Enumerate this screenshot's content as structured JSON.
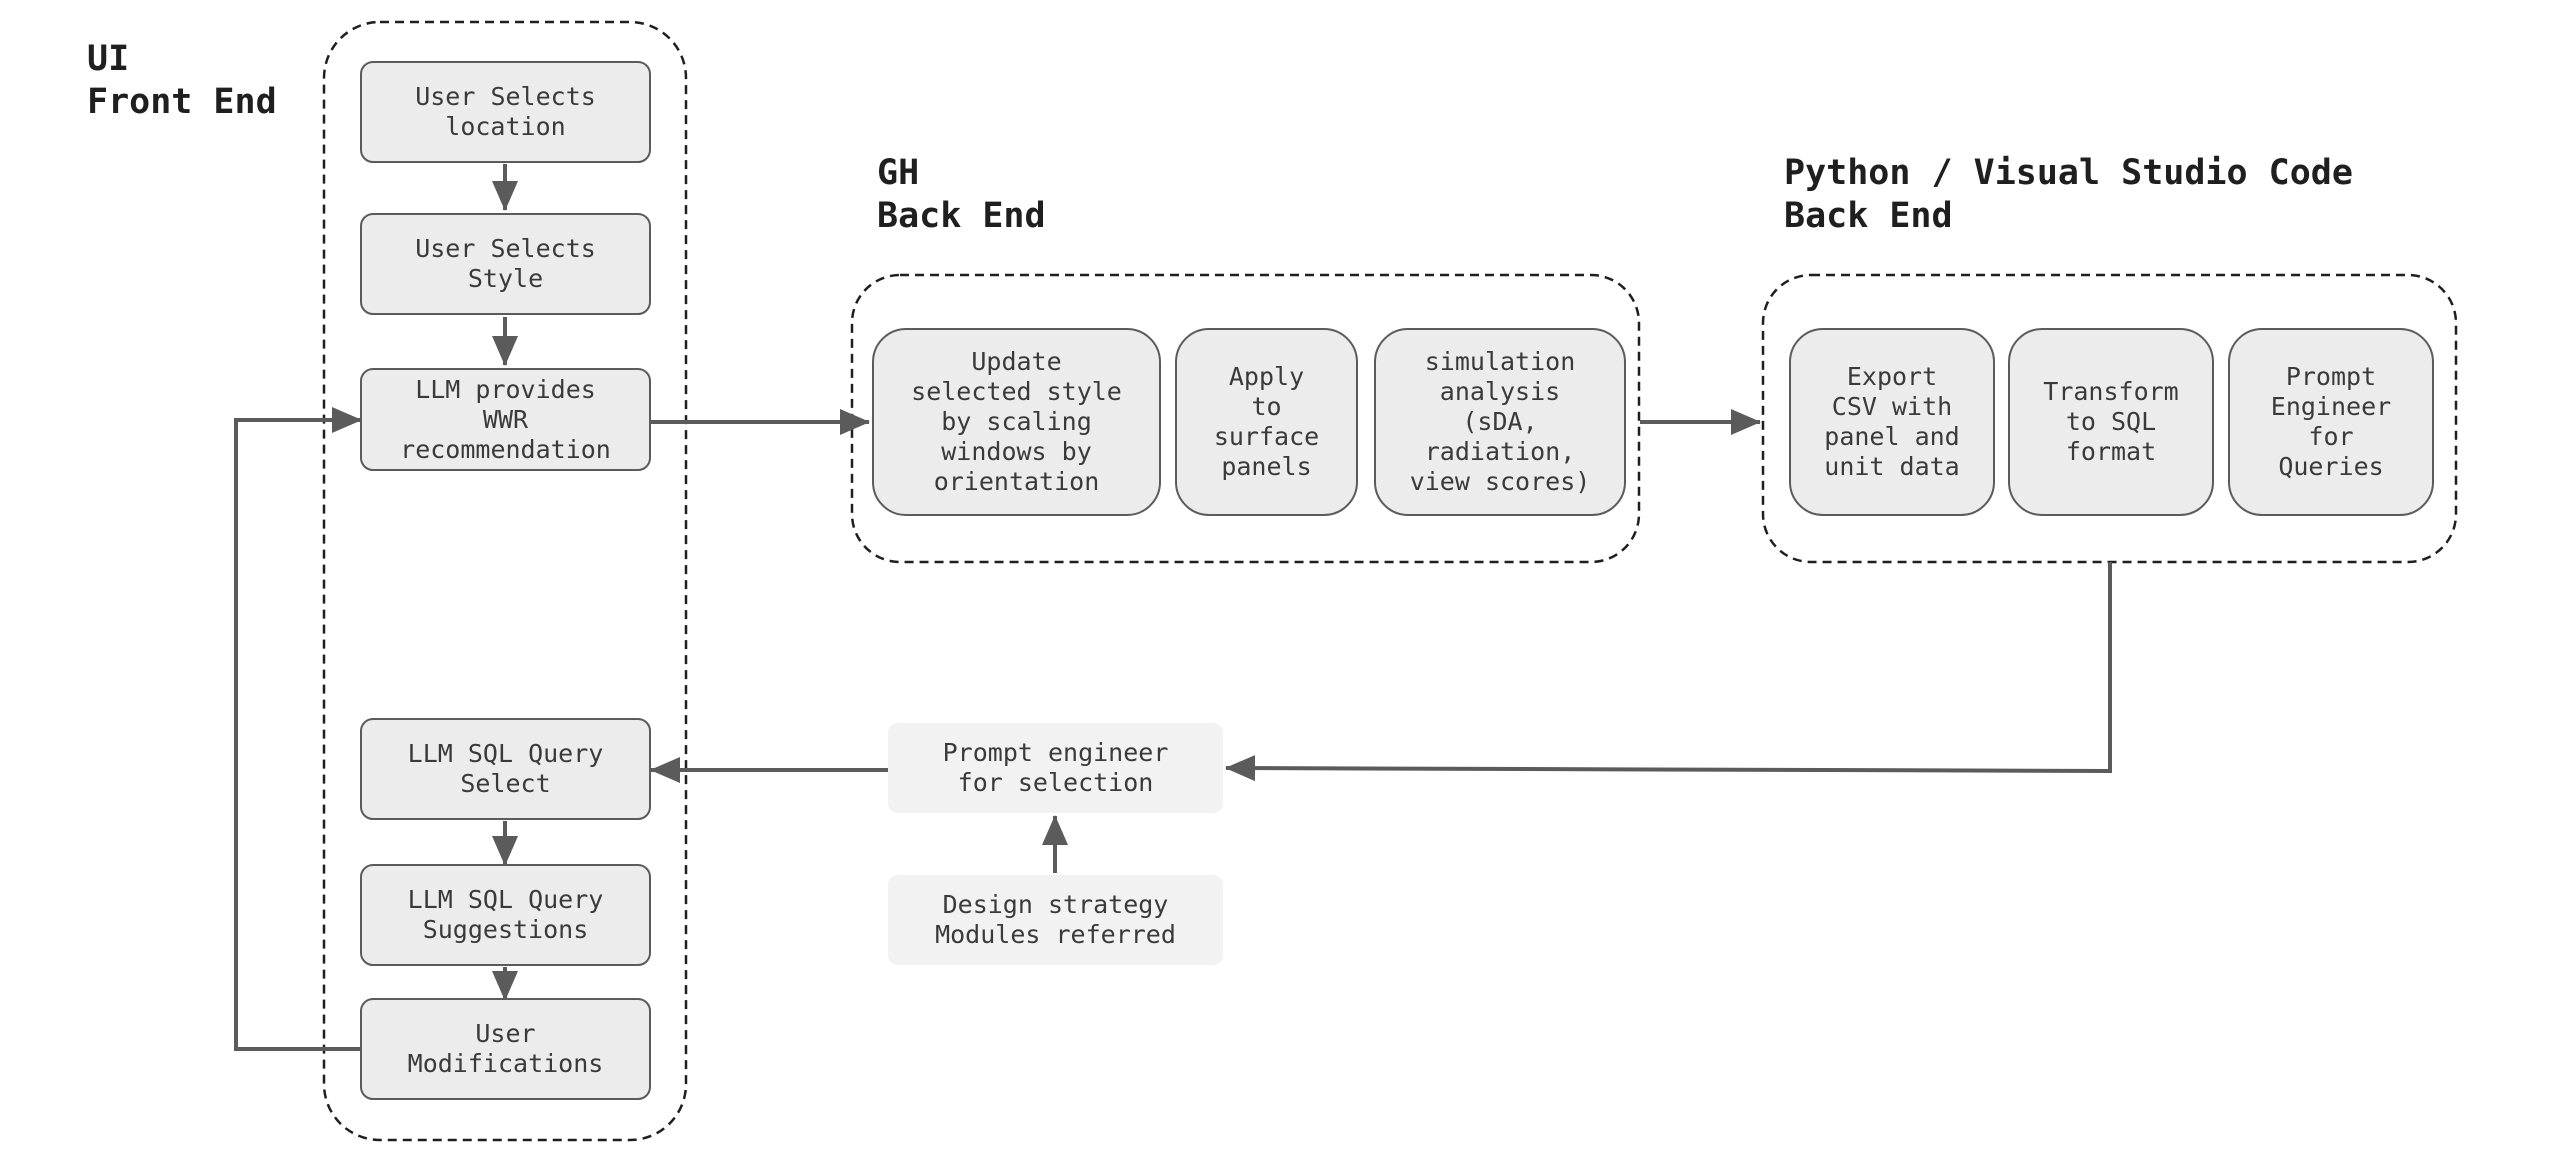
{
  "sections": {
    "ui": {
      "line1": "UI",
      "line2": "Front End"
    },
    "gh": {
      "line1": "GH",
      "line2": "Back End"
    },
    "python": {
      "line1": "Python / Visual Studio Code",
      "line2": "Back End"
    }
  },
  "ui_nodes": {
    "select_location": "User Selects\nlocation",
    "select_style": "User Selects\nStyle",
    "llm_wwr": "LLM provides\nWWR\nrecommendation",
    "llm_sql_select": "LLM SQL Query\nSelect",
    "llm_sql_suggestions": "LLM SQL Query\nSuggestions",
    "user_modifications": "User\nModifications"
  },
  "gh_nodes": {
    "update_style": "Update\nselected style\nby scaling\nwindows by\norientation",
    "apply_panels": "Apply\nto\nsurface\npanels",
    "simulation": "simulation\nanalysis\n(sDA,\nradiation,\nview scores)"
  },
  "python_nodes": {
    "export_csv": "Export\nCSV with\npanel and\nunit data",
    "transform_sql": "Transform\nto SQL\nformat",
    "prompt_queries": "Prompt\nEngineer\nfor\nQueries"
  },
  "middle_nodes": {
    "prompt_selection": "Prompt engineer\nfor selection",
    "design_strategy": "Design strategy\nModules referred"
  },
  "colors": {
    "box_fill": "#ececec",
    "box_stroke": "#5b5b5b",
    "plain_fill": "#f2f2f2",
    "arrow": "#5b5b5b",
    "text": "#3a3a3a",
    "title": "#1f1f1f"
  }
}
